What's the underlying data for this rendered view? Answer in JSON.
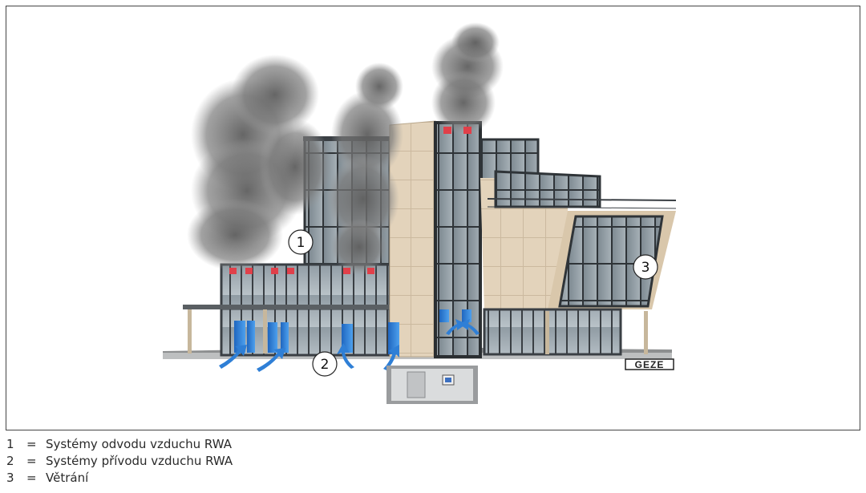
{
  "callouts": [
    {
      "number": "1"
    },
    {
      "number": "2"
    },
    {
      "number": "3"
    }
  ],
  "logo": {
    "text": "GEZE"
  },
  "legend": [
    {
      "number": "1",
      "separator": "=",
      "text": "Systémy odvodu vzduchu RWA"
    },
    {
      "number": "2",
      "separator": "=",
      "text": "Systémy přívodu vzduchu RWA"
    },
    {
      "number": "3",
      "separator": "=",
      "text": "Větrání"
    }
  ],
  "colors": {
    "smoke": "#6b6b6b",
    "vent_red": "#e0404a",
    "air_blue": "#2f7fd6",
    "facade": "#e3d3bb",
    "glass": "#9aa6ae",
    "frame": "#3a3f44"
  },
  "icons": [
    "smoke-cloud-icon",
    "exhaust-vent-icon",
    "intake-arrow-icon",
    "door-icon",
    "control-panel-icon"
  ]
}
